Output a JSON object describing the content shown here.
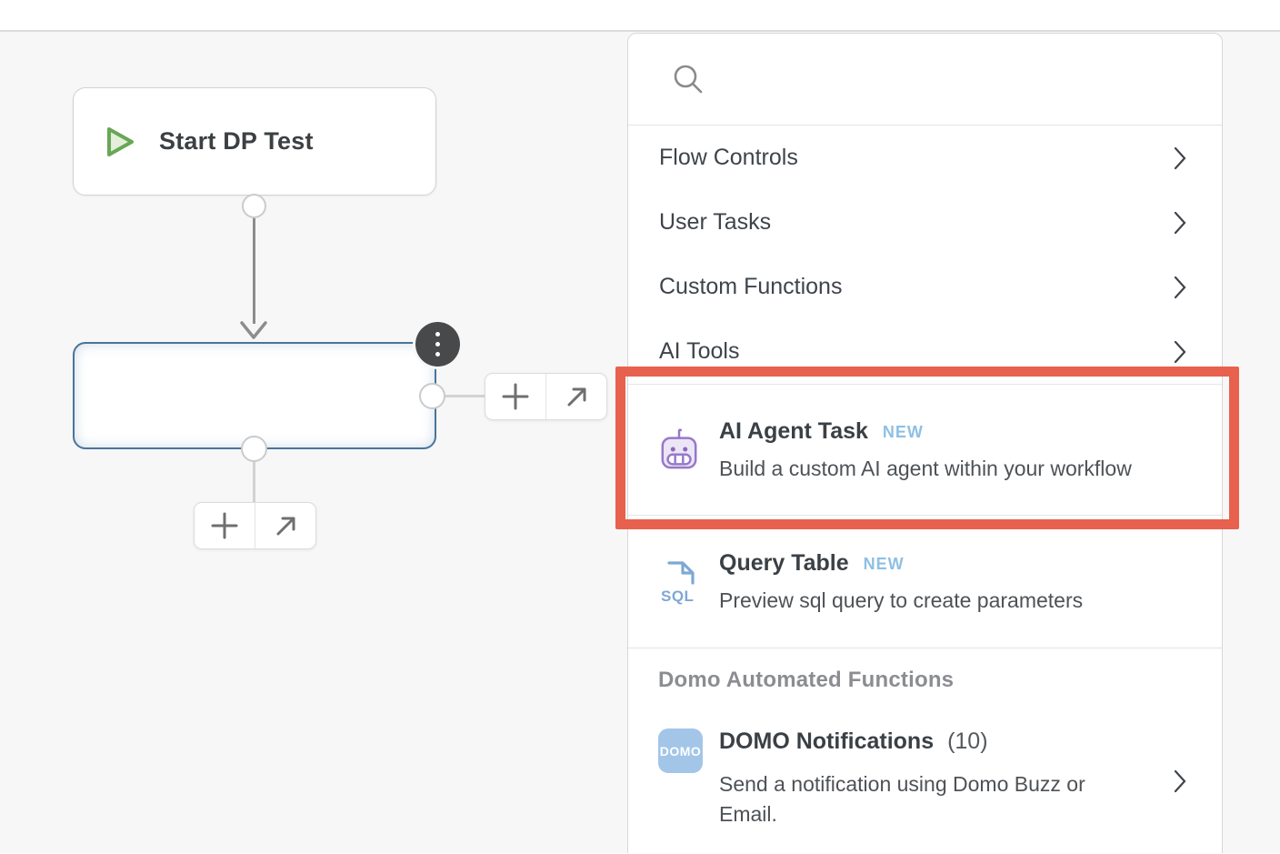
{
  "canvas": {
    "start_node": {
      "label": "Start DP Test"
    },
    "selected_node": {
      "label": ""
    }
  },
  "panel": {
    "search": {
      "placeholder": ""
    },
    "categories": [
      {
        "label": "Flow Controls"
      },
      {
        "label": "User Tasks"
      },
      {
        "label": "Custom Functions"
      },
      {
        "label": "AI Tools"
      }
    ],
    "actions": [
      {
        "title": "AI Agent Task",
        "badge": "NEW",
        "description": "Build a custom AI agent within your workflow",
        "icon": "robot-icon"
      },
      {
        "title": "Query Table",
        "badge": "NEW",
        "description": "Preview sql query to create parameters",
        "icon": "sql-file-icon",
        "icon_text": "SQL"
      }
    ],
    "sections": [
      {
        "header": "Domo Automated Functions",
        "items": [
          {
            "title": "DOMO Notifications",
            "count": "(10)",
            "description": "Send a notification using Domo Buzz or Email.",
            "icon_label": "DOMO"
          }
        ]
      }
    ]
  },
  "annotation": {
    "type": "highlight-box",
    "color": "#e7614e"
  },
  "colors": {
    "selection_blue": "#4a7499",
    "highlight_red": "#e7614e",
    "badge_blue": "#8ec0e4",
    "robot_purple": "#9678c8",
    "sql_blue": "#7fa8d4",
    "domo_blue": "#a3c6e8",
    "start_green": "#69a657",
    "canvas_bg": "#f7f7f7"
  }
}
